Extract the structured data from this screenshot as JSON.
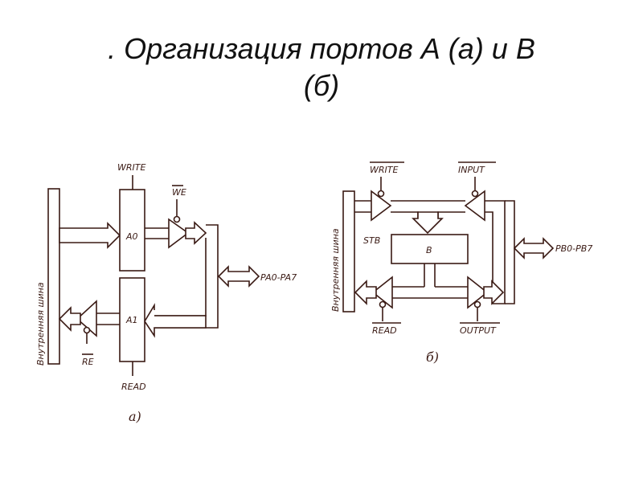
{
  "title": {
    "line1": ". Организация портов А (а) и В",
    "line2": "(б)"
  },
  "diagram_a": {
    "bus_label": "Внутренняя шина",
    "register_a0": "A0",
    "register_a1": "A1",
    "write_signal": "WRITE",
    "read_signal": "READ",
    "we_signal": "WE",
    "re_signal": "RE",
    "port_label": "PA0-PA7",
    "caption": "а)"
  },
  "diagram_b": {
    "bus_label": "Внутренняя шина",
    "register_b": "B",
    "stb_label": "STB",
    "write_signal": "WRITE",
    "input_signal": "INPUT",
    "read_signal": "READ",
    "output_signal": "OUTPUT",
    "port_label": "PB0-PB7",
    "caption": "б)"
  },
  "colors": {
    "ink": "#3a1a14",
    "title": "#111111",
    "background": "#ffffff"
  }
}
